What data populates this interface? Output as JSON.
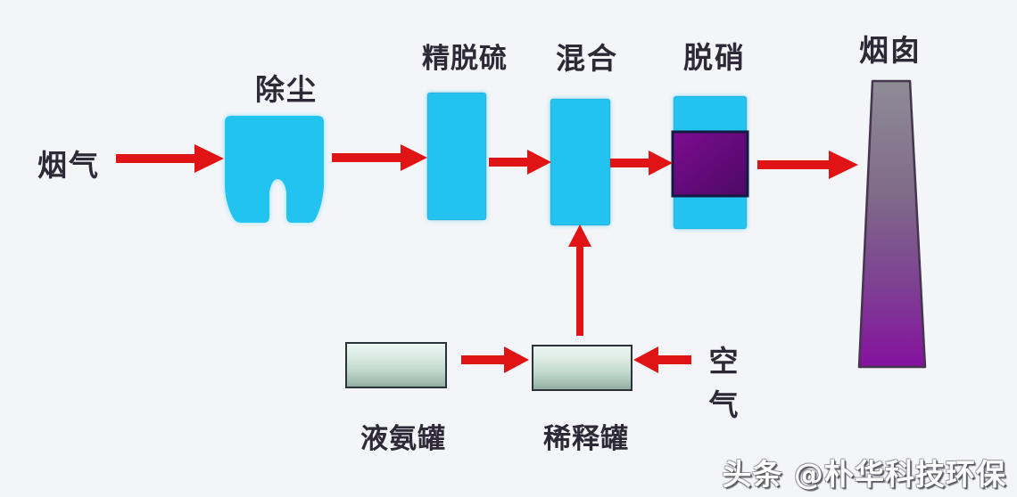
{
  "diagram": {
    "type": "process-flow",
    "labels": {
      "flue_gas": "烟气",
      "dust_removal": "除尘",
      "fine_desulfurization": "精脱硫",
      "mixing": "混合",
      "denitration": "脱硝",
      "chimney": "烟囱",
      "liquid_ammonia_tank": "液氨罐",
      "dilution_tank": "稀释罐",
      "air": "空气"
    },
    "edges": [
      {
        "from": "flue_gas",
        "to": "dust_removal"
      },
      {
        "from": "dust_removal",
        "to": "fine_desulfurization"
      },
      {
        "from": "fine_desulfurization",
        "to": "mixing"
      },
      {
        "from": "mixing",
        "to": "denitration"
      },
      {
        "from": "denitration",
        "to": "chimney"
      },
      {
        "from": "liquid_ammonia_tank",
        "to": "dilution_tank"
      },
      {
        "from": "air",
        "to": "dilution_tank"
      },
      {
        "from": "dilution_tank",
        "to": "mixing"
      }
    ],
    "colors": {
      "background": "#f4f5f9",
      "process_cyan": "#22c3ee",
      "arrow_red": "#e01414",
      "denox_purple_top": "#7d0c91",
      "denox_purple_bottom": "#4b0964",
      "denox_border_navy": "#141b43",
      "chimney_gray_top": "#8f8c96",
      "chimney_purple_bottom": "#85129e",
      "tank_teal_top": "#edf6f2",
      "tank_teal_bottom": "#8fa99c",
      "label_text": "#2e2936"
    }
  },
  "watermark": {
    "text": "头条 @朴华科技环保"
  }
}
